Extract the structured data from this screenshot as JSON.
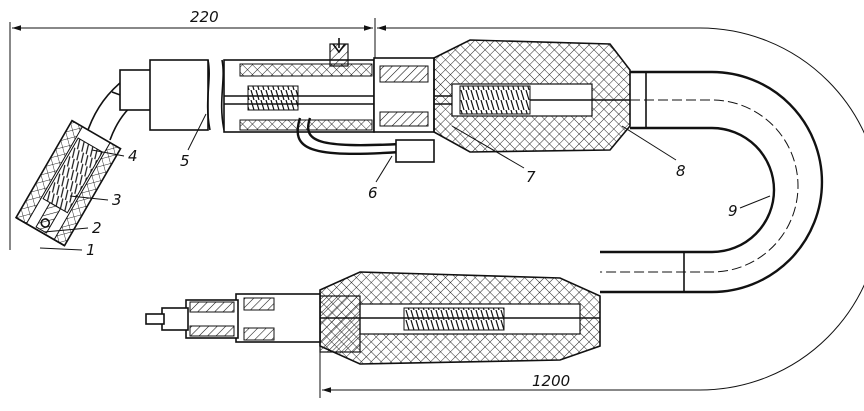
{
  "dimensions": {
    "top": "220",
    "bottom": "1200"
  },
  "callouts": [
    "1",
    "2",
    "3",
    "4",
    "5",
    "6",
    "7",
    "8",
    "9"
  ]
}
